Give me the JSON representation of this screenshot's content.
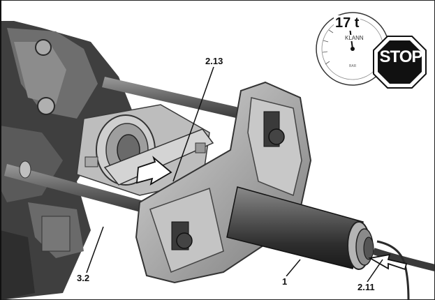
{
  "callouts": {
    "part_2_13": "2.13",
    "part_3_2": "3.2",
    "part_1": "1",
    "part_2_11": "2.11"
  },
  "gauge": {
    "reading": "17 t",
    "brand": "KLANN"
  },
  "stop_sign": {
    "text": "STOP"
  }
}
